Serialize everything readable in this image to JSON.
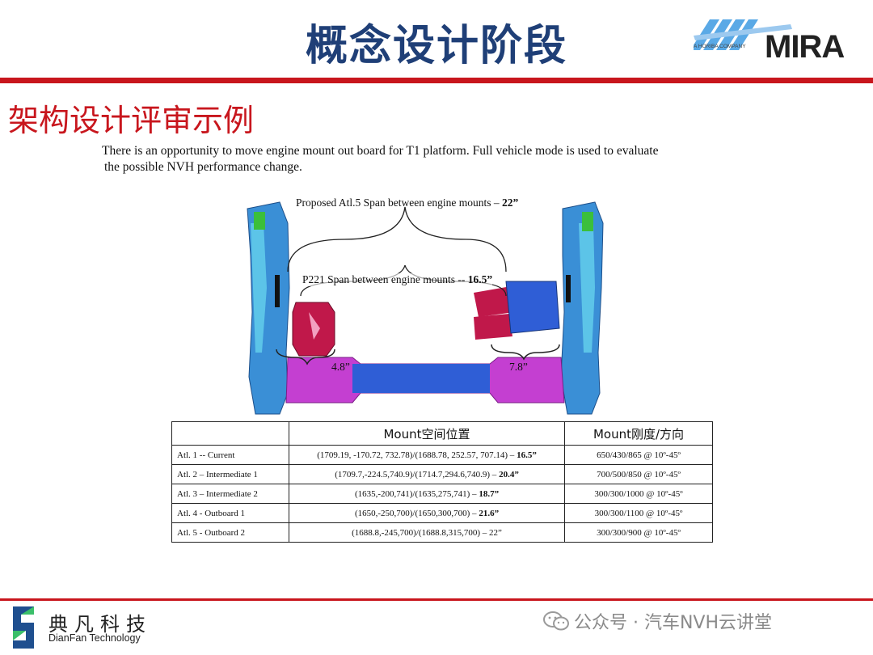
{
  "header": {
    "title": "概念设计阶段",
    "logo_text": "MIRA",
    "logo_tagline": "A HORIBA COMPANY"
  },
  "subtitle": "架构设计评审示例",
  "intro": {
    "line1": "There is an opportunity to move engine mount out board for T1 platform.  Full vehicle mode is used to evaluate",
    "line2": "the possible NVH performance change."
  },
  "diagram": {
    "proposed_prefix": "Proposed Atl.5 Span between engine mounts – ",
    "proposed_value": "22”",
    "current_prefix": "P221 Span between engine mounts -- ",
    "current_value": "16.5”",
    "left_offset": "4.8”",
    "right_offset": "7.8”"
  },
  "table": {
    "headers": [
      "",
      "Mount空间位置",
      "Mount刚度/方向"
    ],
    "rows": [
      {
        "name": "Atl. 1 -- Current",
        "pos": "(1709.19, -170.72, 732.78)/(1688.78,   252.57,   707.14) – ",
        "span": "16.5”",
        "stiff": "650/430/865 @ 10º-45º"
      },
      {
        "name": "Atl. 2 – Intermediate 1",
        "pos": "(1709.7,-224.5,740.9)/(1714.7,294.6,740.9) – ",
        "span": "20.4”",
        "stiff": "700/500/850 @ 10º-45º"
      },
      {
        "name": "Atl. 3 – Intermediate 2",
        "pos": "(1635,-200,741)/(1635,275,741) – ",
        "span": "18.7”",
        "stiff": "300/300/1000 @ 10º-45º"
      },
      {
        "name": "Atl. 4 - Outboard  1",
        "pos": "(1650,-250,700)/(1650,300,700) – ",
        "span": "21.6”",
        "stiff": "300/300/1100 @ 10º-45º"
      },
      {
        "name": "Atl. 5 - Outboard  2",
        "pos": "(1688.8,-245,700)/(1688.8,315,700) – ",
        "span": "22”",
        "stiff": "300/300/900 @ 10º-45º"
      }
    ]
  },
  "footer": {
    "company_cn": "典凡科技",
    "company_en": "DianFan Technology",
    "wechat": "公众号 · 汽车NVH云讲堂"
  },
  "colors": {
    "brand_red": "#c8161d",
    "title_blue": "#1f3f77",
    "frame_blue": "#3a8fd6",
    "mount_red": "#c0184a",
    "crossmember_magenta": "#c43fd1"
  }
}
